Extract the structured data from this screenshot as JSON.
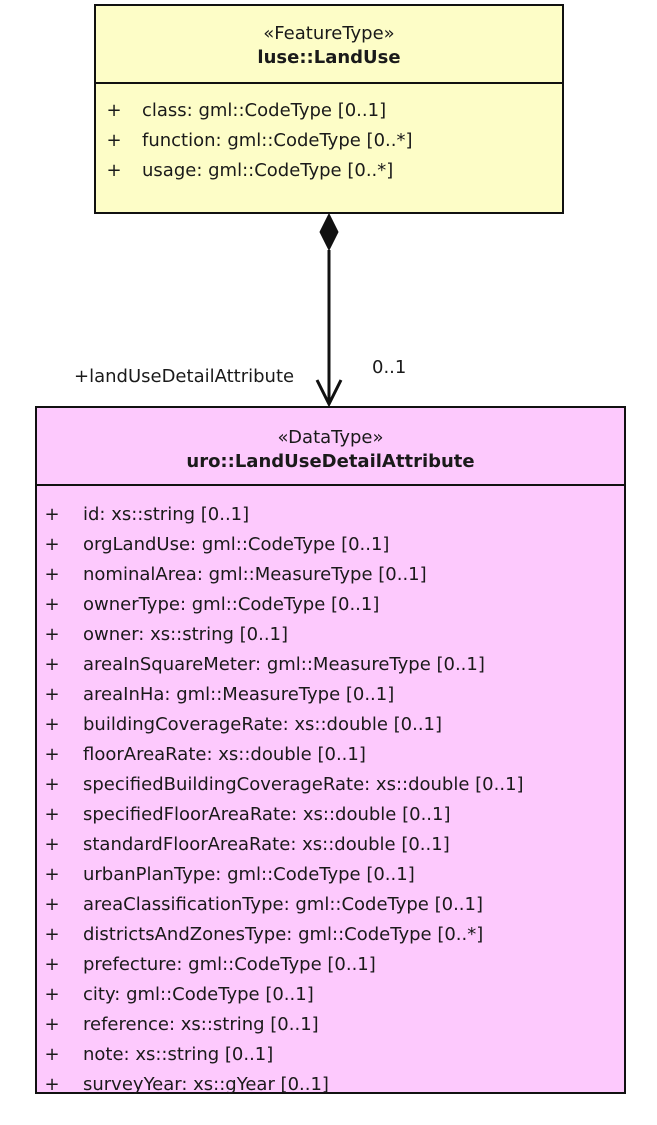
{
  "landuse": {
    "stereotype": "«FeatureType»",
    "name": "luse::LandUse",
    "attributes": [
      {
        "visibility": "+",
        "text": "class: gml::CodeType [0..1]"
      },
      {
        "visibility": "+",
        "text": "function: gml::CodeType [0..*]"
      },
      {
        "visibility": "+",
        "text": "usage: gml::CodeType [0..*]"
      }
    ],
    "fill_color": "#fdfdc7"
  },
  "association": {
    "role": "+landUseDetailAttribute",
    "multiplicity": "0..1",
    "kind": "composition"
  },
  "detail": {
    "stereotype": "«DataType»",
    "name": "uro::LandUseDetailAttribute",
    "attributes": [
      {
        "visibility": "+",
        "text": "id: xs::string [0..1]"
      },
      {
        "visibility": "+",
        "text": "orgLandUse: gml::CodeType [0..1]"
      },
      {
        "visibility": "+",
        "text": "nominalArea: gml::MeasureType [0..1]"
      },
      {
        "visibility": "+",
        "text": "ownerType: gml::CodeType [0..1]"
      },
      {
        "visibility": "+",
        "text": "owner: xs::string [0..1]"
      },
      {
        "visibility": "+",
        "text": "areaInSquareMeter: gml::MeasureType [0..1]"
      },
      {
        "visibility": "+",
        "text": "areaInHa: gml::MeasureType [0..1]"
      },
      {
        "visibility": "+",
        "text": "buildingCoverageRate: xs::double [0..1]"
      },
      {
        "visibility": "+",
        "text": "floorAreaRate: xs::double [0..1]"
      },
      {
        "visibility": "+",
        "text": "specifiedBuildingCoverageRate: xs::double [0..1]"
      },
      {
        "visibility": "+",
        "text": "specifiedFloorAreaRate: xs::double [0..1]"
      },
      {
        "visibility": "+",
        "text": "standardFloorAreaRate: xs::double [0..1]"
      },
      {
        "visibility": "+",
        "text": "urbanPlanType: gml::CodeType [0..1]"
      },
      {
        "visibility": "+",
        "text": "areaClassificationType: gml::CodeType [0..1]"
      },
      {
        "visibility": "+",
        "text": "districtsAndZonesType: gml::CodeType [0..*]"
      },
      {
        "visibility": "+",
        "text": "prefecture: gml::CodeType [0..1]"
      },
      {
        "visibility": "+",
        "text": "city: gml::CodeType [0..1]"
      },
      {
        "visibility": "+",
        "text": "reference: xs::string [0..1]"
      },
      {
        "visibility": "+",
        "text": "note: xs::string [0..1]"
      },
      {
        "visibility": "+",
        "text": "surveyYear: xs::gYear [0..1]"
      }
    ],
    "fill_color": "#fdc9fd"
  },
  "colors": {
    "border": "#111111",
    "text": "#1a1a1a"
  }
}
